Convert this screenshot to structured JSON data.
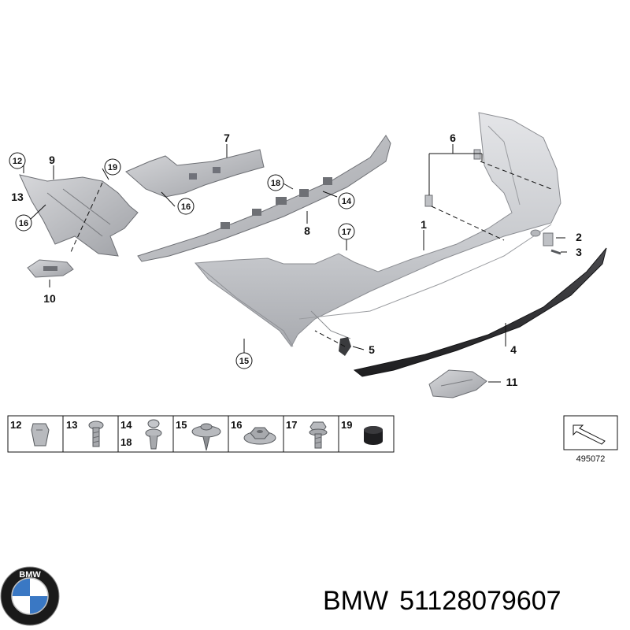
{
  "callouts": {
    "c1": "1",
    "c2": "2",
    "c3": "3",
    "c4": "4",
    "c5": "5",
    "c6": "6",
    "c7": "7",
    "c8": "8",
    "c9": "9",
    "c10": "10",
    "c11": "11",
    "c12": "12",
    "c13": "13",
    "c14": "14",
    "c15": "15",
    "c16a": "16",
    "c16b": "16",
    "c17": "17",
    "c18": "18",
    "c19": "19"
  },
  "legend": {
    "cells": [
      {
        "label": "12"
      },
      {
        "label": "13"
      },
      {
        "label": "14",
        "label2": "18"
      },
      {
        "label": "15"
      },
      {
        "label": "16"
      },
      {
        "label": "17"
      },
      {
        "label": "19"
      }
    ]
  },
  "reference_number": "495072",
  "footer": {
    "brand": "BMW",
    "part_number": "51128079607"
  },
  "logo": {
    "text": "BMW",
    "colors": {
      "ring": "#1a1a1a",
      "blue": "#3a78c4",
      "white": "#ffffff"
    }
  },
  "colors": {
    "part_fill": "#c9cbcf",
    "part_dark": "#55585c",
    "trim": "#2d2d30"
  }
}
